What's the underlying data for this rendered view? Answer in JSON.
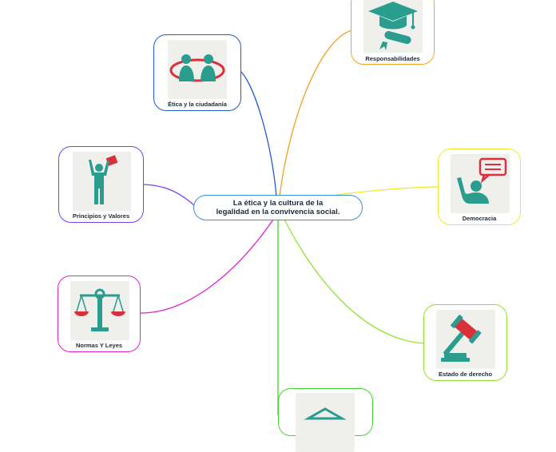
{
  "central_topic": {
    "line1": "La ética y la cultura de la",
    "line2": "legalidad en la convivencia social."
  },
  "branches": [
    {
      "id": "etica",
      "label": "Ética y la ciudadanía",
      "icon": "handshake-people-icon",
      "color": "#2457d6"
    },
    {
      "id": "responsabilidades",
      "label": "Responsabilidades",
      "icon": "graduation-cap-icon",
      "color": "#f5a023"
    },
    {
      "id": "principios",
      "label": "Principios y Valores",
      "icon": "person-raising-flag-icon",
      "color": "#7b3ff0"
    },
    {
      "id": "democracia",
      "label": "Democracia",
      "icon": "person-speech-bubble-icon",
      "color": "#eeea2a"
    },
    {
      "id": "normas",
      "label": "Normas Y Leyes",
      "icon": "balance-scale-icon",
      "color": "#e21fd6"
    },
    {
      "id": "estado",
      "label": "Estado de derecho",
      "icon": "gavel-icon",
      "color": "#8ee52a"
    },
    {
      "id": "inferior",
      "label": "",
      "icon": "institution-roof-icon",
      "color": "#3ed62a"
    }
  ]
}
